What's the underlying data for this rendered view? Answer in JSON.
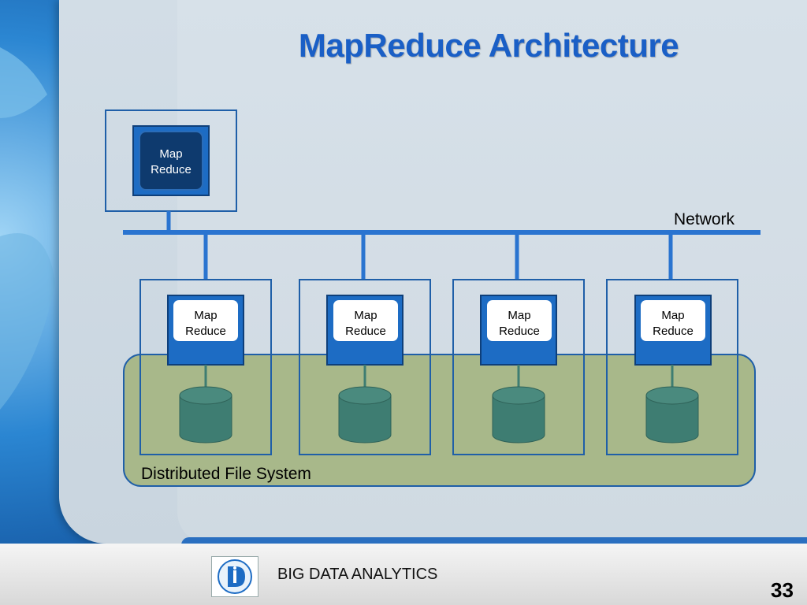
{
  "slide": {
    "title": "MapReduce Architecture",
    "network_label": "Network",
    "dfs_label": "Distributed File System",
    "master_node": {
      "line1": "Map",
      "line2": "Reduce"
    },
    "worker_nodes": [
      {
        "line1": "Map",
        "line2": "Reduce"
      },
      {
        "line1": "Map",
        "line2": "Reduce"
      },
      {
        "line1": "Map",
        "line2": "Reduce"
      },
      {
        "line1": "Map",
        "line2": "Reduce"
      }
    ]
  },
  "footer": {
    "course_title": "BIG DATA ANALYTICS",
    "page_number": "33"
  },
  "colors": {
    "title": "#1a5fc6",
    "network": "#2a74d0",
    "node_border": "#1f5fa8",
    "dfs_fill": "#a8b88a",
    "disk": "#3e7d72"
  }
}
